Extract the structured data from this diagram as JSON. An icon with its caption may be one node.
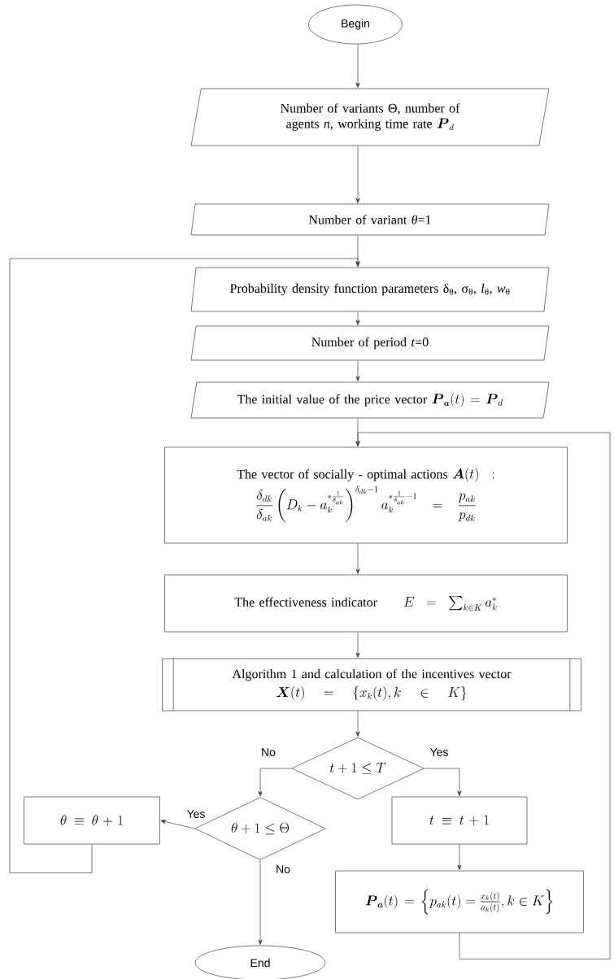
{
  "diagram": {
    "nodes": [
      {
        "text": [
          "Begin"
        ]
      },
      {
        "text": [
          "Number of variants Θ, number of agents *n*,  working time rate",
          "\\boldsymbol{P}_d"
        ]
      },
      {
        "text": [
          "Number of variant *θ*=1"
        ]
      },
      {
        "text": [
          "Probability density function parameters  δ$_{θ}$, σ$_{θ}$, *l*$_{θ}$, *w*$_{θ}$"
        ]
      },
      {
        "text": [
          "Number of period  *t*=0"
        ]
      },
      {
        "text": [
          "The initial value of the price vector",
          "\\boldsymbol{P}_{\\boldsymbol{a}}(t)=\\boldsymbol{P}_d"
        ]
      },
      {
        "text": [
          "The vector of socially - optimal actions",
          "\\boldsymbol{A}(t):",
          "\\frac{\\delta_{dk}}{\\delta_{ak}}\\left(D_k-a_k^{*\\frac{1}{\\delta_{ak}}}\\right)^{\\delta_{dk}-1}a_k^{*\\frac{1}{\\delta_{ak}}-1}=\\frac{p_{ak}}{p_{dk}}"
        ]
      },
      {
        "text": [
          "The effectiveness indicator",
          "E=\\sum_{k\\in K}a_k^*"
        ]
      },
      {
        "text": [
          "Algorithm 1 and calculation of the incentives vector",
          "\\boldsymbol{X}(t)=\\{x_k(t),k\\in K\\}"
        ]
      },
      {
        "text": [
          "t+1\\le T"
        ]
      },
      {
        "text": [
          "\\theta+1\\le\\Theta"
        ]
      },
      {
        "text": [
          "\\theta\\equiv\\theta+1"
        ]
      },
      {
        "text": [
          "t\\equiv t+1"
        ]
      },
      {
        "text": [
          "\\boldsymbol{P}_{\\boldsymbol{a}}(t)=\\left\\{p_{ak}(t)=\\frac{x_k(t)}{a_k(t)},k\\in K\\right\\}"
        ]
      },
      {
        "text": [
          "End"
        ]
      }
    ],
    "edges": [
      {
        "from": 0,
        "to": 1,
        "arrow": "to"
      },
      {
        "from": 1,
        "to": 2,
        "arrow": "to"
      },
      {
        "from": 2,
        "to": 3,
        "arrow": "to"
      },
      {
        "from": 3,
        "to": 4,
        "arrow": "to"
      },
      {
        "from": 4,
        "to": 5,
        "arrow": "to"
      },
      {
        "from": 5,
        "to": 6,
        "arrow": "to"
      },
      {
        "from": 6,
        "to": 7,
        "arrow": "to"
      },
      {
        "from": 7,
        "to": 8,
        "arrow": "to"
      },
      {
        "from": 8,
        "to": 9,
        "arrow": "to"
      },
      {
        "from": 9,
        "to": 10,
        "label": "No",
        "arrow": "to"
      },
      {
        "from": 9,
        "to": 12,
        "label": "Yes",
        "arrow": "to"
      },
      {
        "from": 10,
        "to": 11,
        "label": "Yes",
        "arrow": "to"
      },
      {
        "from": 10,
        "to": 14,
        "label": "No",
        "arrow": "to"
      },
      {
        "from": 11,
        "to": 3,
        "arrow": "to"
      },
      {
        "from": 12,
        "to": 13,
        "arrow": "to"
      },
      {
        "from": 13,
        "to": 6,
        "arrow": "to"
      }
    ]
  }
}
